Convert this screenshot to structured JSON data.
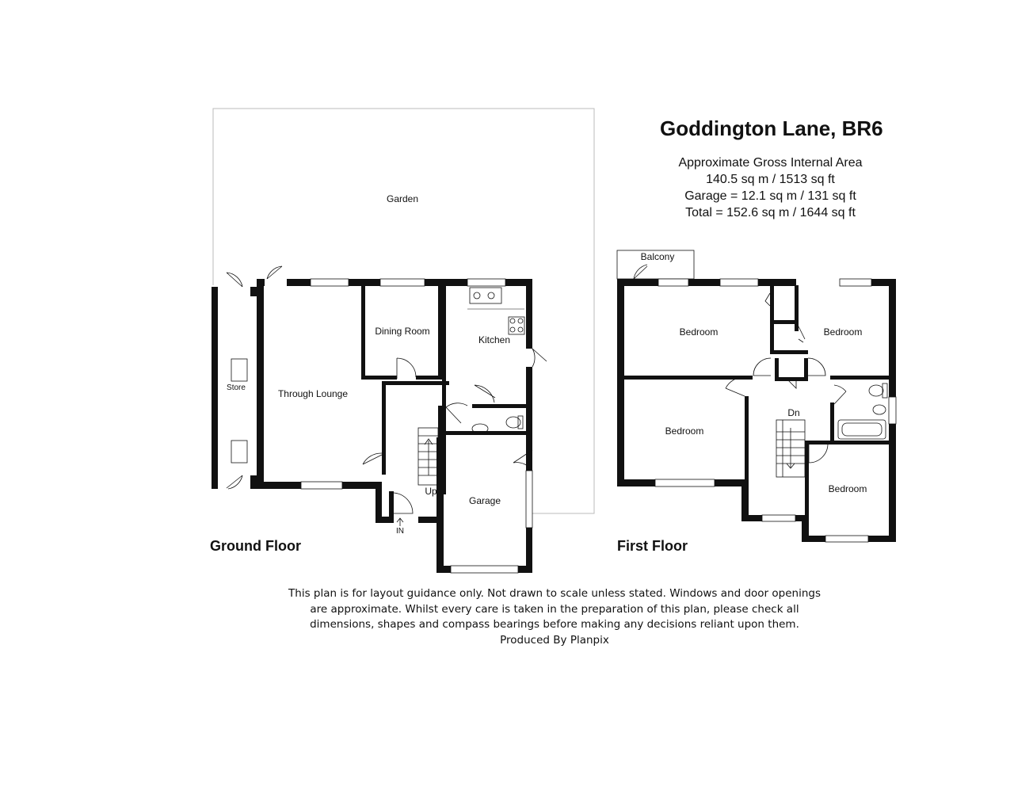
{
  "title": "Goddington Lane, BR6",
  "areas": {
    "heading": "Approximate Gross Internal Area",
    "main": "140.5 sq m / 1513 sq ft",
    "garage": "Garage = 12.1 sq m / 131 sq ft",
    "total": "Total = 152.6 sq m / 1644 sq ft"
  },
  "ground_floor": {
    "label": "Ground Floor",
    "rooms": {
      "garden": "Garden",
      "store": "Store",
      "through_lounge": "Through Lounge",
      "dining_room": "Dining Room",
      "kitchen": "Kitchen",
      "garage": "Garage",
      "up": "Up",
      "in": "IN"
    }
  },
  "first_floor": {
    "label": "First Floor",
    "rooms": {
      "balcony": "Balcony",
      "bedroom_1": "Bedroom",
      "bedroom_2": "Bedroom",
      "bedroom_3": "Bedroom",
      "bedroom_4": "Bedroom",
      "dn": "Dn"
    }
  },
  "disclaimer": {
    "line1": "This plan is for layout guidance only. Not drawn to scale unless stated. Windows and door openings",
    "line2": "are approximate. Whilst every care is taken in the preparation of this plan, please check all",
    "line3": "dimensions, shapes and compass bearings before making any decisions reliant upon them.",
    "line4": "Produced By Planpix"
  },
  "colors": {
    "wall": "#111111",
    "garden_border": "#bbbbbb"
  }
}
